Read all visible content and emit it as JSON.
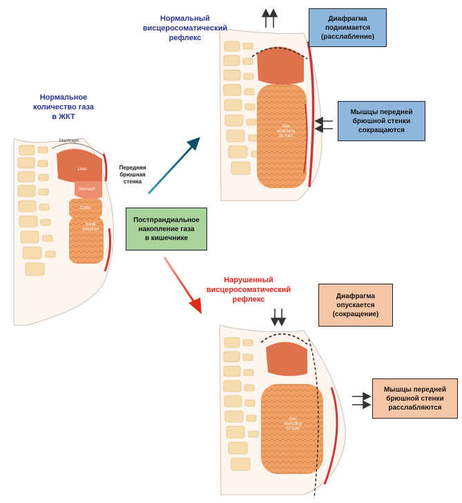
{
  "labels": {
    "normal_gas": "Нормальное\nколичество газа\nв ЖКТ",
    "normal_reflex": "Нормальный\nвисцеросоматический\nрефлекс",
    "impaired_reflex": "Нарушенный\nвисцеросоматический\nрефлекс",
    "front_wall": "Передняя\nбрюшная\nстенка"
  },
  "boxes": {
    "diaphragm_up": "Диафрагма\nподнимается\n(расслабление)",
    "muscles_contract": "Мышцы передней\nбрюшной стенки\nсокращаются",
    "postprandial": "Постпрандиальное\nнакопление газа\nв кишечнике",
    "diaphragm_down": "Диафрагма\nопускается\n(сокращение)",
    "muscles_relax": "Мышцы передней\nбрюшной стенки\nрасслабляются"
  },
  "organs": {
    "diaphragm": "Diaphragm",
    "liver": "Liver",
    "stomach": "Stomach",
    "colon": "Colon",
    "small_intestine": "Small\nintestine",
    "gas_top": "Gas\nstretching\nGI tract",
    "gas_bottom": "Gas\nstretching\nGI tract"
  },
  "colors": {
    "blue_title": "#27348f",
    "red_title": "#e3231c",
    "box_blue": "#8fb7dd",
    "box_green": "#a9d39b",
    "box_orange": "#f7c6a6",
    "liver": "#e0714d",
    "intestine": "#f0a165",
    "spine": "#f6dcae",
    "muscle": "#c9373a",
    "arrow_teal": "#1d6b7c",
    "arrow_red": "#e0442e"
  }
}
